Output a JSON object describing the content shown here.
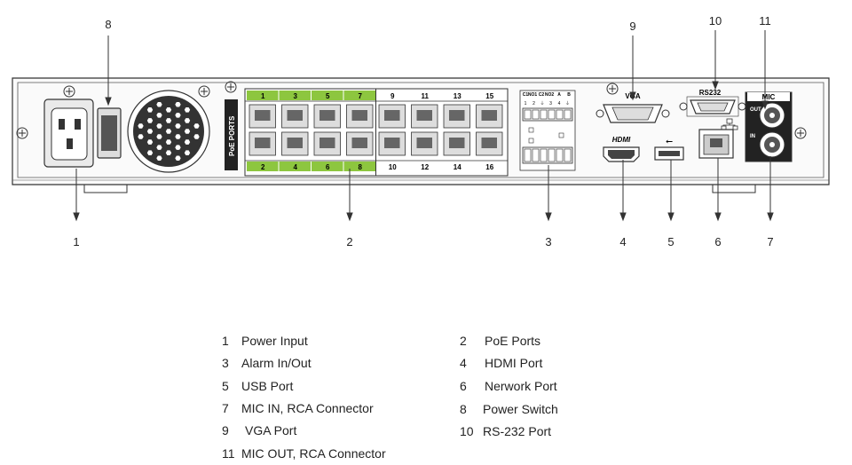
{
  "callout_numbers": {
    "top": [
      "8",
      "9",
      "10",
      "11"
    ],
    "bottom": [
      "1",
      "2",
      "3",
      "4",
      "5",
      "6",
      "7"
    ]
  },
  "panel_labels": {
    "poe_ports": "PoE PORTS",
    "vga": "VGA",
    "rs232": "RS232",
    "mic": "MIC",
    "out": "OUT",
    "in": "IN",
    "alarm_terminals_top": [
      "C1",
      "NO1",
      "C2",
      "NO2",
      "A",
      "B"
    ],
    "alarm_terminals_bottom": [
      "1",
      "2",
      "⏚",
      "3",
      "4",
      "⏚"
    ],
    "hdmi_logo": "HDMI",
    "usb_symbol": "⭠"
  },
  "poe_port_numbers": {
    "top": [
      "1",
      "3",
      "5",
      "7",
      "9",
      "11",
      "13",
      "15"
    ],
    "bottom": [
      "2",
      "4",
      "6",
      "8",
      "10",
      "12",
      "14",
      "16"
    ]
  },
  "legend": [
    {
      "num": "1",
      "label": "Power Input"
    },
    {
      "num": "2",
      "label": "PoE Ports"
    },
    {
      "num": "3",
      "label": "Alarm In/Out"
    },
    {
      "num": "4",
      "label": "HDMI Port"
    },
    {
      "num": "5",
      "label": "USB Port"
    },
    {
      "num": "6",
      "label": "Nerwork Port"
    },
    {
      "num": "7",
      "label": "MIC IN, RCA Connector"
    },
    {
      "num": "8",
      "label": "Power Switch"
    },
    {
      "num": "9",
      "label": "VGA Port"
    },
    {
      "num": "10",
      "label": "RS-232 Port"
    },
    {
      "num": "11",
      "label": "MIC OUT, RCA Connector"
    }
  ],
  "colors": {
    "poe_highlight": "#8dc63f",
    "line": "#333333",
    "panel_bg": "#f7f7f7"
  }
}
